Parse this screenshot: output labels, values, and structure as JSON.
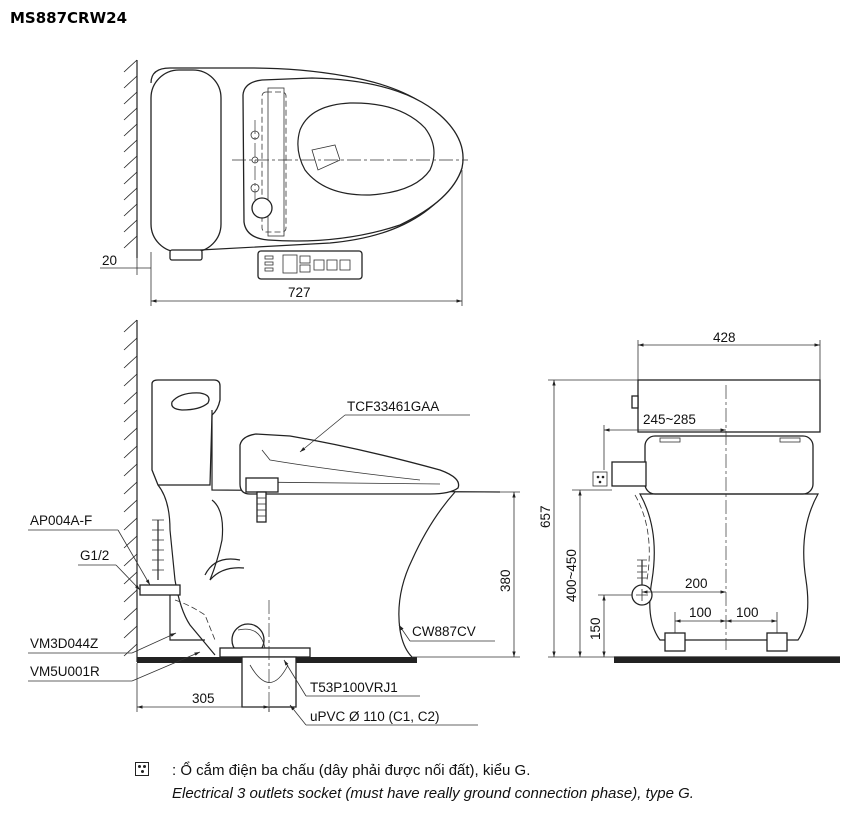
{
  "title": "MS887CRW24",
  "top_view": {
    "dim_wall_offset": "20",
    "dim_length": "727"
  },
  "side_view": {
    "label_seat": "TCF33461GAA",
    "label_valve": "AP004A-F",
    "label_thread": "G1/2",
    "label_hose_a": "VM3D044Z",
    "label_hose_b": "VM5U001R",
    "label_bowl": "CW887CV",
    "label_flange": "T53P100VRJ1",
    "label_pipe": "uPVC Ø 110 (C1, C2)",
    "dim_rough_in": "305",
    "dim_seat_height": "380"
  },
  "front_view": {
    "dim_width": "428",
    "dim_seat_range": "245~285",
    "dim_height": "657",
    "dim_socket_height": "400~450",
    "dim_inlet_offset": "200",
    "dim_half_left": "100",
    "dim_half_right": "100",
    "dim_inlet_height": "150"
  },
  "notes": {
    "socket_icon": "socket-icon",
    "vi": ": Ổ cắm điện ba chấu (dây phải được nối đất), kiểu G.",
    "en": "Electrical 3 outlets socket (must have really ground connection phase), type G."
  }
}
